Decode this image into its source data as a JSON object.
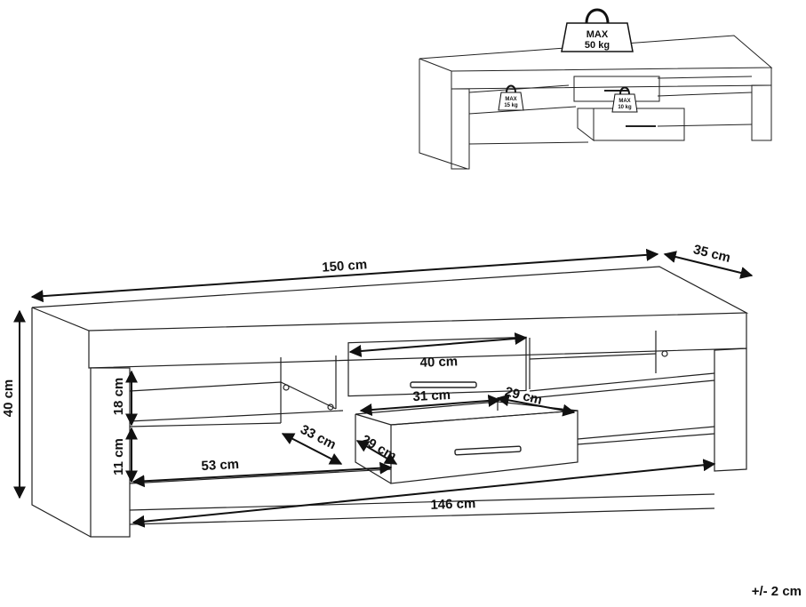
{
  "preview": {
    "max_top": {
      "line1": "MAX",
      "line2": "50 kg"
    },
    "max_shelf": {
      "line1": "MAX",
      "line2": "15 kg"
    },
    "max_drawer": {
      "line1": "MAX",
      "line2": "10 kg"
    }
  },
  "dimensions": {
    "width": "150 cm",
    "depth": "35 cm",
    "height": "40 cm",
    "inner_width": "146 cm",
    "shelf_width": "53 cm",
    "shelf_depth": "33 cm",
    "upper_compartment_height": "18 cm",
    "lower_compartment_height": "11 cm",
    "drawer_front_width": "40 cm",
    "drawer_inner_width": "31 cm",
    "drawer_inner_depth": "29 cm",
    "drawer_side_depth": "29 cm"
  },
  "tolerance": "+/- 2 cm"
}
